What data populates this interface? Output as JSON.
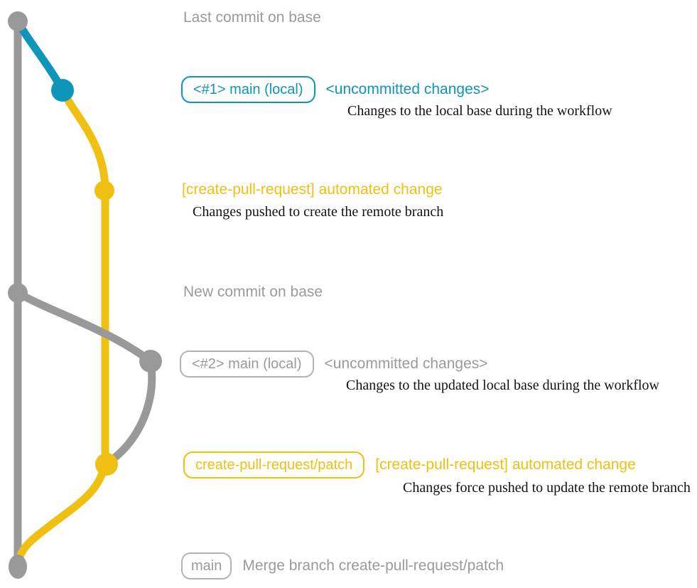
{
  "colors": {
    "gray": "#999999",
    "teal": "#1095ba",
    "yellow": "#efc011",
    "ink": "#121212",
    "badge_gray_border": "#b3b3b3"
  },
  "graph": {
    "nodes": [
      "last-commit-on-base",
      "local-commit-1",
      "pushed-commit-1",
      "new-commit-on-base",
      "local-commit-2",
      "force-pushed-commit-2",
      "merge-commit"
    ]
  },
  "rows": {
    "last_commit": {
      "label": "Last commit on base"
    },
    "branch1": {
      "badge": "<#1> main (local)",
      "heading": "<uncommitted changes>",
      "description": "Changes to the local base during the workflow"
    },
    "push1": {
      "heading": "[create-pull-request] automated change",
      "description": "Changes pushed to create the remote branch"
    },
    "new_commit": {
      "label": "New commit on base"
    },
    "branch2": {
      "badge": "<#2> main (local)",
      "heading": "<uncommitted changes>",
      "description": "Changes to the updated local base during the workflow"
    },
    "push2": {
      "badge": "create-pull-request/patch",
      "heading": "[create-pull-request] automated change",
      "description": "Changes force pushed to update the remote branch"
    },
    "merge": {
      "badge": "main",
      "label": "Merge branch create-pull-request/patch"
    }
  }
}
